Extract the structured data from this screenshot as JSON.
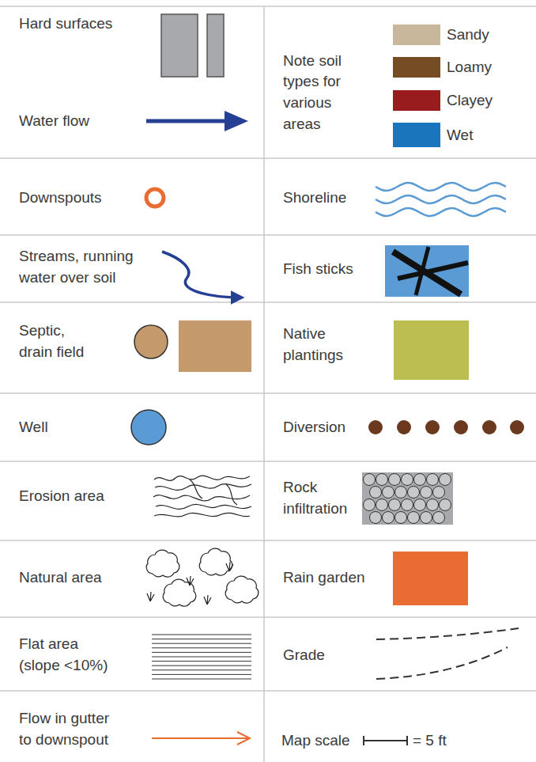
{
  "diagram": {
    "labels": [
      "Note soil types for various areas",
      "= 5 ft"
    ],
    "legend": [
      {
        "text": "Hard surfaces",
        "color": "#a7a9ac"
      },
      {
        "text": "Water flow"
      },
      {
        "text": "Sandy",
        "color": "#c9b79c"
      },
      {
        "text": "Loamy",
        "color": "#754c24"
      },
      {
        "text": "Clayey",
        "color": "#981b1e"
      },
      {
        "text": "Wet",
        "color": "#1b75bc"
      },
      {
        "text": "Downspouts"
      },
      {
        "text": "Shoreline"
      },
      {
        "text": "Streams, running water over soil"
      },
      {
        "text": "Fish sticks"
      },
      {
        "text": "Septic, drain field",
        "color": "#c49a6c"
      },
      {
        "text": "Native plantings",
        "color": "#bcbe52"
      },
      {
        "text": "Well",
        "color": "#5b9bd5"
      },
      {
        "text": "Diversion"
      },
      {
        "text": "Erosion area"
      },
      {
        "text": "Rock infiltration"
      },
      {
        "text": "Natural area"
      },
      {
        "text": "Rain garden",
        "color": "#e96d32"
      },
      {
        "text": "Flat area (slope <10%)"
      },
      {
        "text": "Grade"
      },
      {
        "text": "Flow in gutter to downspout"
      },
      {
        "text": "Map scale"
      }
    ]
  }
}
